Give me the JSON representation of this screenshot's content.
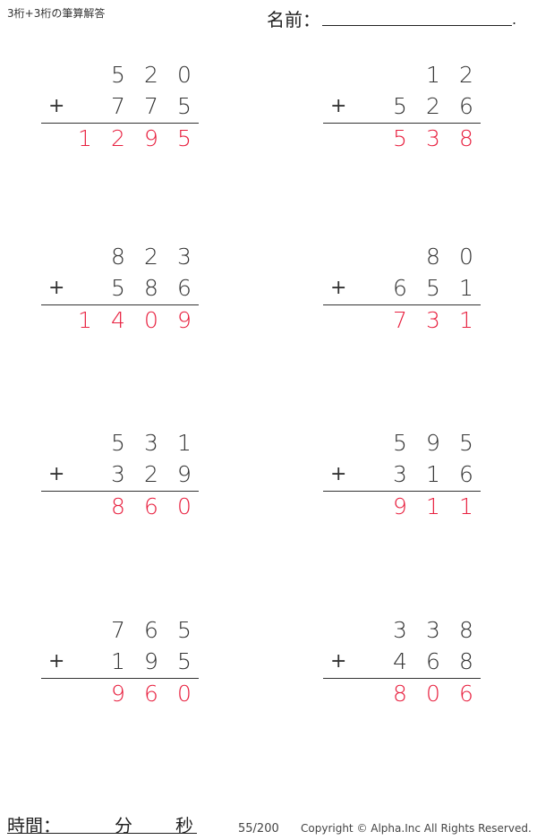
{
  "header": {
    "title": "3桁+3桁の筆算解答",
    "name_label": "名前：",
    "name_end": "."
  },
  "operator": "+",
  "problems": [
    {
      "a": "520",
      "b": "775",
      "sum": "1295"
    },
    {
      "a": "12",
      "b": "526",
      "sum": "538"
    },
    {
      "a": "823",
      "b": "586",
      "sum": "1409"
    },
    {
      "a": "80",
      "b": "651",
      "sum": "731"
    },
    {
      "a": "531",
      "b": "329",
      "sum": "860"
    },
    {
      "a": "595",
      "b": "316",
      "sum": "911"
    },
    {
      "a": "765",
      "b": "195",
      "sum": "960"
    },
    {
      "a": "338",
      "b": "468",
      "sum": "806"
    }
  ],
  "footer": {
    "time_label": "時間：",
    "minutes": "分",
    "seconds": "秒",
    "page": "55/200",
    "copyright": "Copyright © Alpha.Inc All Rights Reserved."
  },
  "colors": {
    "answer": "#e8203f",
    "text": "#333333"
  }
}
